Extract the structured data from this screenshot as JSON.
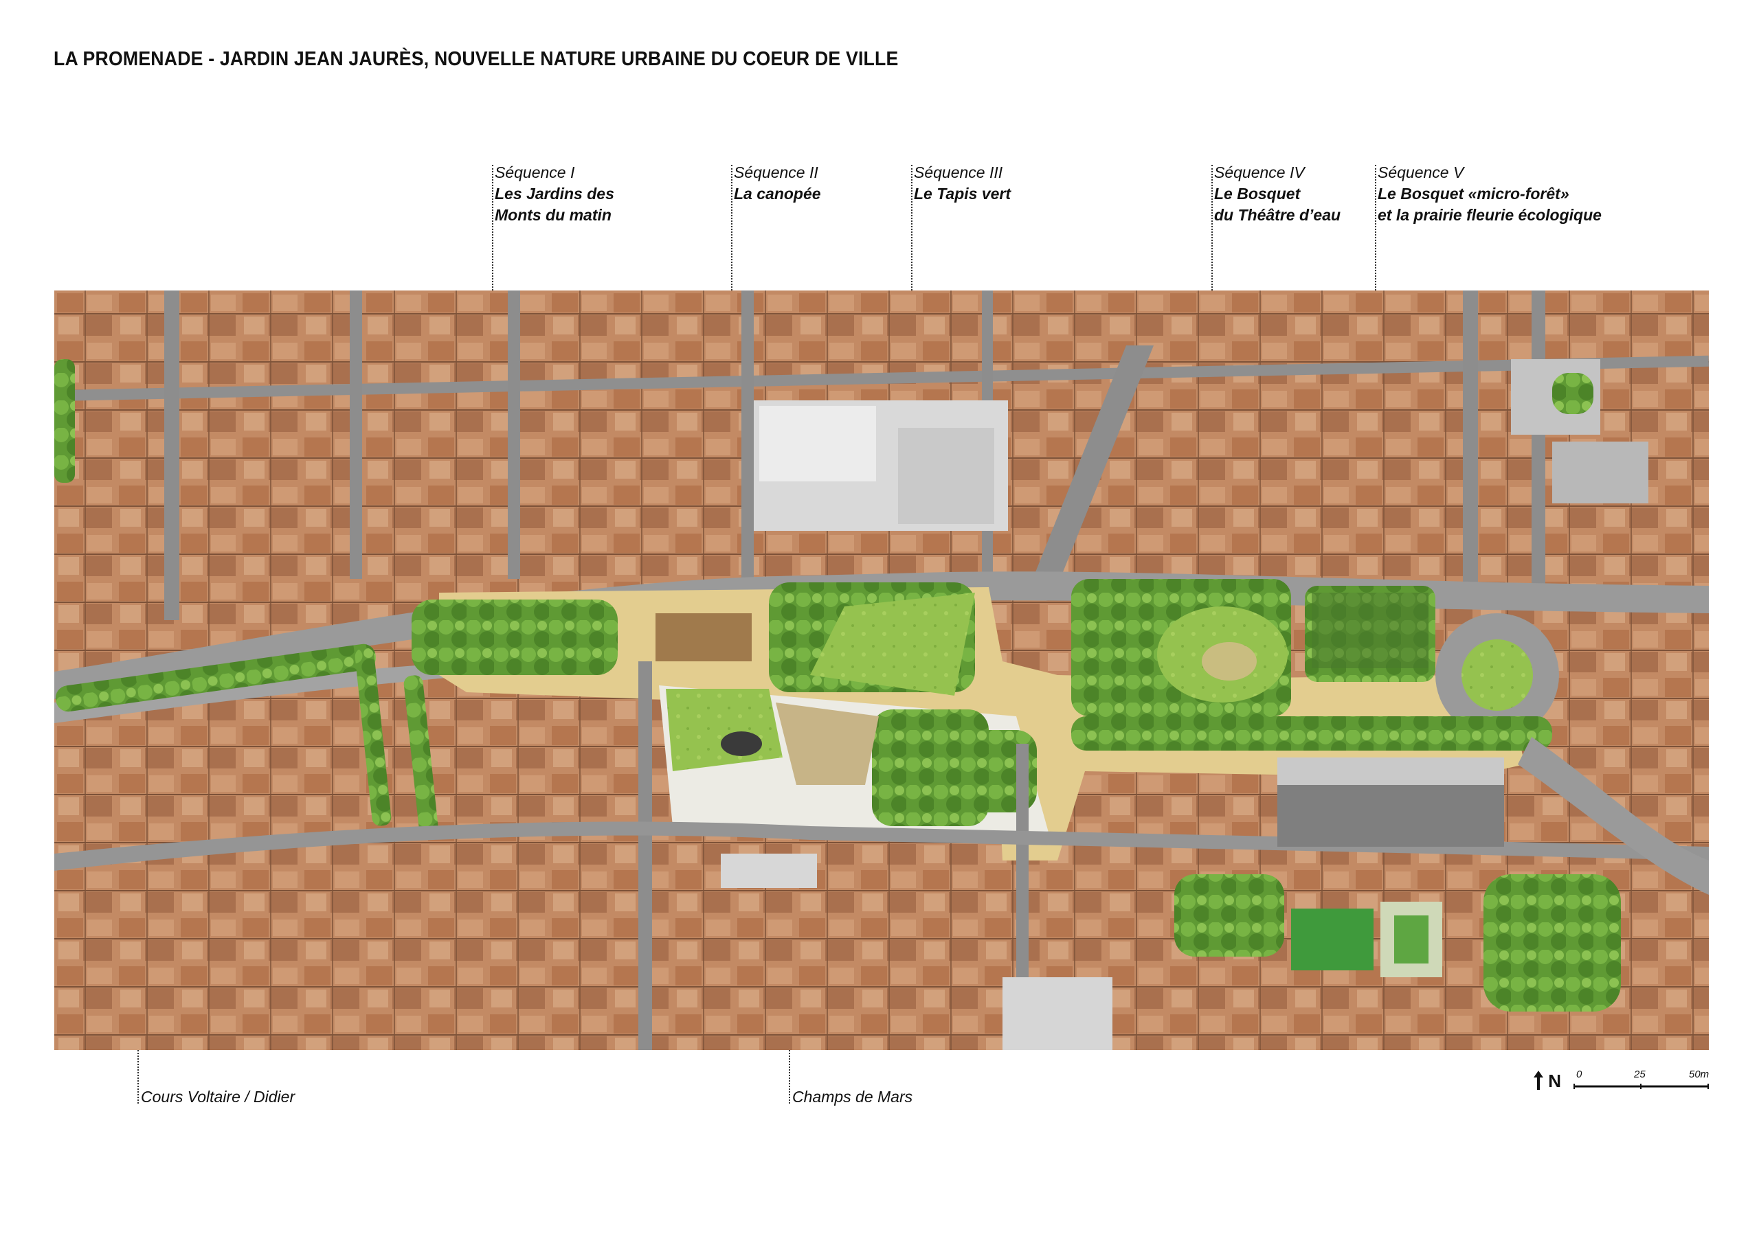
{
  "title": "LA PROMENADE - JARDIN JEAN JAURÈS, NOUVELLE NATURE URBAINE DU COEUR DE VILLE",
  "sequences": [
    {
      "num": "Séquence I",
      "name1": "Les Jardins des",
      "name2": "Monts du matin"
    },
    {
      "num": "Séquence II",
      "name1": "La canopée",
      "name2": ""
    },
    {
      "num": "Séquence III",
      "name1": "Le Tapis vert",
      "name2": ""
    },
    {
      "num": "Séquence IV",
      "name1": "Le Bosquet",
      "name2": "du Théâtre d’eau"
    },
    {
      "num": "Séquence V",
      "name1": "Le Bosquet «micro-forêt»",
      "name2": "et la prairie fleurie écologique"
    }
  ],
  "bottom_labels": [
    "Cours Voltaire / Didier",
    "Champs de Mars"
  ],
  "north": {
    "arrow": "north-arrow-icon",
    "label": "N"
  },
  "scale": {
    "ticks": [
      "0",
      "25",
      "50m"
    ]
  },
  "colors": {
    "roof": "#c38a64",
    "roof_dark": "#9a6448",
    "street": "#8c8c8c",
    "promenade": "#e4cf92",
    "lawn": "#8fbf4a",
    "trees": "#4f8f2e"
  }
}
